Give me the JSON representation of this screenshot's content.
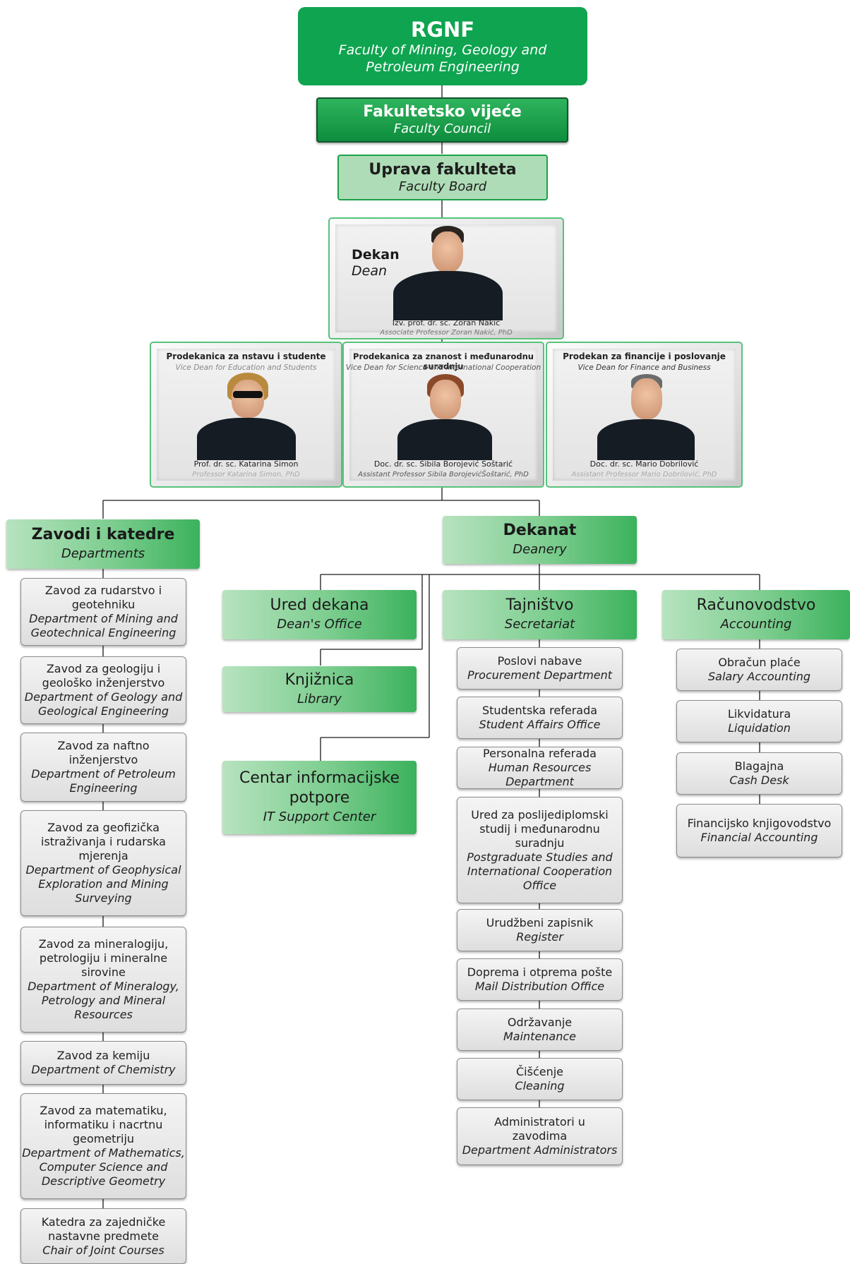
{
  "top": {
    "title": "RGNF",
    "subtitle": "Faculty of Mining, Geology and Petroleum Engineering"
  },
  "council": {
    "title": "Fakultetsko vijeće",
    "subtitle": "Faculty Council"
  },
  "board": {
    "title": "Uprava fakulteta",
    "subtitle": "Faculty Board"
  },
  "dean": {
    "title": "Dekan",
    "subtitle": "Dean",
    "name": "Izv. prof. dr. sc. Zoran Nakić",
    "name_en": "Associate Professor Zoran Nakić, PhD"
  },
  "vice_deans": [
    {
      "title": "Prodekanica za nstavu i studente",
      "subtitle": "Vice Dean for Education and Students",
      "name": "Prof. dr. sc. Katarina Simon",
      "name_en": "Professor Katarina Simon, PhD"
    },
    {
      "title": "Prodekanica za znanost i međunarodnu suradnju",
      "subtitle": "Vice Dean for Science and International Cooperation",
      "name": "Doc. dr. sc. Sibila Borojević Šoštarić",
      "name_en": "Assistant Professor Sibila BorojevićŠoštarić, PhD"
    },
    {
      "title": "Prodekan za financije i poslovanje",
      "subtitle": "Vice Dean for Finance and Business",
      "name": "Doc. dr. sc. Mario Dobrilović",
      "name_en": "Assistant Professor Mario Dobrilović, PhD"
    }
  ],
  "departments": {
    "title": "Zavodi i katedre",
    "subtitle": "Departments",
    "items": [
      {
        "hr": [
          "Zavod za rudarstvo i",
          "geotehniku"
        ],
        "en": [
          "Department of Mining and",
          "Geotechnical Engineering"
        ]
      },
      {
        "hr": [
          "Zavod za geologiju i",
          "geološko inženjerstvo"
        ],
        "en": [
          "Department of Geology and",
          "Geological Engineering"
        ]
      },
      {
        "hr": [
          "Zavod za naftno",
          "inženjerstvo"
        ],
        "en": [
          "Department of Petroleum",
          "Engineering"
        ]
      },
      {
        "hr": [
          "Zavod za geofizička",
          "istraživanja i rudarska",
          "mjerenja"
        ],
        "en": [
          "Department of Geophysical",
          "Exploration and Mining",
          "Surveying"
        ]
      },
      {
        "hr": [
          "Zavod za mineralogiju,",
          "petrologiju i mineralne",
          "sirovine"
        ],
        "en": [
          "Department of Mineralogy,",
          "Petrology and Mineral",
          "Resources"
        ]
      },
      {
        "hr": [
          "Zavod za kemiju"
        ],
        "en": [
          "Department of Chemistry"
        ]
      },
      {
        "hr": [
          "Zavod za matematiku,",
          "informatiku i nacrtnu",
          "geometriju"
        ],
        "en": [
          "Department of Mathematics,",
          "Computer Science and",
          "Descriptive Geometry"
        ]
      },
      {
        "hr": [
          "Katedra za zajedničke",
          "nastavne predmete"
        ],
        "en": [
          "Chair of Joint Courses"
        ]
      }
    ]
  },
  "deanery": {
    "title": "Dekanat",
    "subtitle": "Deanery"
  },
  "deans_office": {
    "title": "Ured dekana",
    "subtitle": "Dean's Office"
  },
  "library": {
    "title": "Knjižnica",
    "subtitle": "Library"
  },
  "it_center": {
    "title": [
      "Centar informacijske",
      "potpore"
    ],
    "subtitle": "IT Support Center"
  },
  "secretariat": {
    "title": "Tajništvo",
    "subtitle": "Secretariat",
    "items": [
      {
        "hr": [
          "Poslovi nabave"
        ],
        "en": [
          "Procurement Department"
        ]
      },
      {
        "hr": [
          "Studentska referada"
        ],
        "en": [
          "Student Affairs Office"
        ]
      },
      {
        "hr": [
          "Personalna referada"
        ],
        "en": [
          "Human Resources Department"
        ]
      },
      {
        "hr": [
          "Ured za poslijediplomski",
          "studij i međunarodnu",
          "suradnju"
        ],
        "en": [
          "Postgraduate Studies and",
          "International Cooperation",
          "Office"
        ]
      },
      {
        "hr": [
          "Urudžbeni zapisnik"
        ],
        "en": [
          "Register"
        ]
      },
      {
        "hr": [
          "Doprema i otprema pošte"
        ],
        "en": [
          "Mail Distribution Office"
        ]
      },
      {
        "hr": [
          "Održavanje"
        ],
        "en": [
          "Maintenance"
        ]
      },
      {
        "hr": [
          "Čišćenje"
        ],
        "en": [
          "Cleaning"
        ]
      },
      {
        "hr": [
          "Administratori u",
          "zavodima"
        ],
        "en": [
          "Department Administrators"
        ]
      }
    ]
  },
  "accounting": {
    "title": "Računovodstvo",
    "subtitle": "Accounting",
    "items": [
      {
        "hr": [
          "Obračun plaće"
        ],
        "en": [
          "Salary Accounting"
        ]
      },
      {
        "hr": [
          "Likvidatura"
        ],
        "en": [
          "Liquidation"
        ]
      },
      {
        "hr": [
          "Blagajna"
        ],
        "en": [
          "Cash Desk"
        ]
      },
      {
        "hr": [
          "Financijsko knjigovodstvo"
        ],
        "en": [
          "Financial Accounting"
        ]
      }
    ]
  }
}
